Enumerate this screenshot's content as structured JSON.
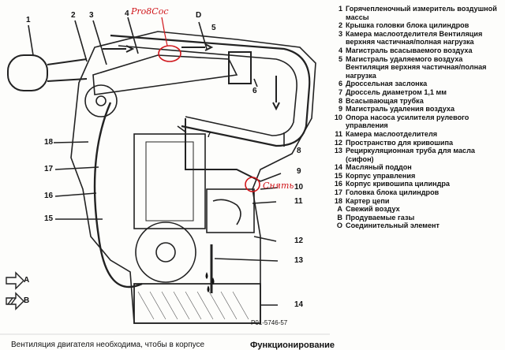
{
  "diagram": {
    "callouts": [
      "1",
      "2",
      "3",
      "4",
      "D",
      "5",
      "6",
      "7",
      "8",
      "9",
      "10",
      "11",
      "12",
      "13",
      "14",
      "15",
      "16",
      "17",
      "18"
    ],
    "legend_keys": [
      "A",
      "B"
    ],
    "annotations": {
      "top": "Pro8Coc",
      "right": "Снять"
    },
    "figure_code": "P01-5746-57"
  },
  "parts": [
    {
      "key": "1",
      "text": "Горячепленочный измеритель воздушной массы"
    },
    {
      "key": "2",
      "text": "Крышка головки блока цилиндров"
    },
    {
      "key": "3",
      "text": "Камера маслоотделителя Вентиляция верхняя частичная/полная нагрузка"
    },
    {
      "key": "4",
      "text": "Магистраль всасываемого воздуха"
    },
    {
      "key": "5",
      "text": "Магистраль удаляемого воздуха Вентиляция верхняя частичная/полная нагрузка"
    },
    {
      "key": "6",
      "text": "Дроссельная заслонка"
    },
    {
      "key": "7",
      "text": "Дроссель диаметром 1,1 мм"
    },
    {
      "key": "8",
      "text": "Всасывающая трубка"
    },
    {
      "key": "9",
      "text": "Магистраль удаления воздуха"
    },
    {
      "key": "10",
      "text": "Опора насоса усилителя рулевого управления"
    },
    {
      "key": "11",
      "text": "Камера маслоотделителя"
    },
    {
      "key": "12",
      "text": "Пространство для кривошипа"
    },
    {
      "key": "13",
      "text": "Рециркуляционная труба для масла (сифон)"
    },
    {
      "key": "14",
      "text": "Масляный поддон"
    },
    {
      "key": "15",
      "text": "Корпус управления"
    },
    {
      "key": "16",
      "text": "Корпус кривошипа цилиндра"
    },
    {
      "key": "17",
      "text": "Головка блока цилиндров"
    },
    {
      "key": "18",
      "text": "Картер цепи"
    },
    {
      "key": "A",
      "text": "Свежий воздух"
    },
    {
      "key": "B",
      "text": "Продуваемые газы"
    },
    {
      "key": "O",
      "text": "Соединительный элемент"
    }
  ],
  "footer": {
    "left": "Вентиляция двигателя необходима, чтобы в корпусе",
    "right": "Функционирование"
  }
}
